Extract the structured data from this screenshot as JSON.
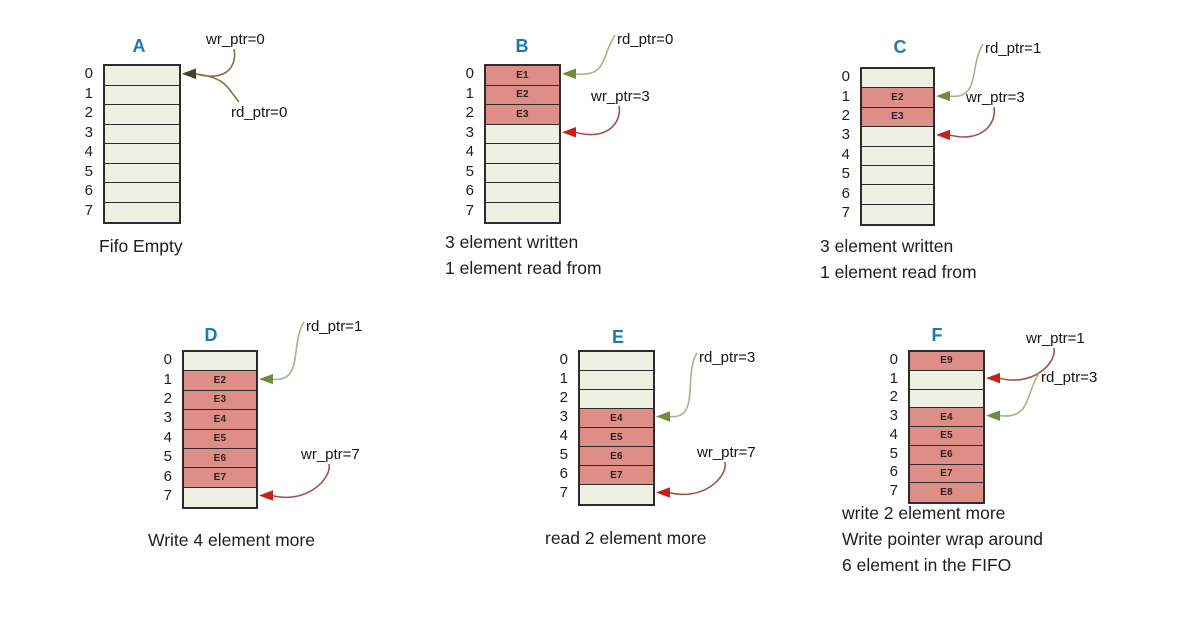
{
  "row_indices": [
    "0",
    "1",
    "2",
    "3",
    "4",
    "5",
    "6",
    "7"
  ],
  "colors": {
    "panel_label": "#1b7bad",
    "cell_empty": "#eef0e1",
    "cell_filled": "#dc8e87",
    "cell_border": "#2c2c2c",
    "read_arrow_head": "#6f8c3c",
    "read_arrow_line": "#a6b292",
    "write_arrow_head": "#c9201d",
    "write_arrow_line": "#a35248",
    "neutral_arrow_head": "#4e3f26",
    "neutral_arrow_line": "#857049",
    "text": "#1e1e1e"
  },
  "panels": [
    {
      "label": "A",
      "caption": [
        "Fifo Empty"
      ],
      "rows": [
        "",
        "",
        "",
        "",
        "",
        "",
        "",
        ""
      ],
      "pointers": [
        {
          "label": "wr_ptr=0",
          "row": 0,
          "type": "neutral"
        },
        {
          "label": "rd_ptr=0",
          "row": 0,
          "type": "neutral"
        }
      ]
    },
    {
      "label": "B",
      "caption": [
        "3 element written",
        "1 element read from"
      ],
      "rows": [
        "E1",
        "E2",
        "E3",
        "",
        "",
        "",
        "",
        ""
      ],
      "pointers": [
        {
          "label": "rd_ptr=0",
          "row": 0,
          "type": "read"
        },
        {
          "label": "wr_ptr=3",
          "row": 3,
          "type": "write"
        }
      ]
    },
    {
      "label": "C",
      "caption": [
        "3 element written",
        "1 element read from"
      ],
      "rows": [
        "",
        "E2",
        "E3",
        "",
        "",
        "",
        "",
        ""
      ],
      "pointers": [
        {
          "label": "rd_ptr=1",
          "row": 1,
          "type": "read"
        },
        {
          "label": "wr_ptr=3",
          "row": 3,
          "type": "write"
        }
      ]
    },
    {
      "label": "D",
      "caption": [
        "Write 4 element more"
      ],
      "rows": [
        "",
        "E2",
        "E3",
        "E4",
        "E5",
        "E6",
        "E7",
        ""
      ],
      "pointers": [
        {
          "label": "rd_ptr=1",
          "row": 1,
          "type": "read"
        },
        {
          "label": "wr_ptr=7",
          "row": 7,
          "type": "write"
        }
      ]
    },
    {
      "label": "E",
      "caption": [
        "read 2 element more"
      ],
      "rows": [
        "",
        "",
        "",
        "E4",
        "E5",
        "E6",
        "E7",
        ""
      ],
      "pointers": [
        {
          "label": "rd_ptr=3",
          "row": 3,
          "type": "read"
        },
        {
          "label": "wr_ptr=7",
          "row": 7,
          "type": "write"
        }
      ]
    },
    {
      "label": "F",
      "caption": [
        "write 2 element more",
        "Write pointer wrap around",
        "6 element in the FIFO"
      ],
      "rows": [
        "E9",
        "",
        "",
        "E4",
        "E5",
        "E6",
        "E7",
        "E8"
      ],
      "pointers": [
        {
          "label": "wr_ptr=1",
          "row": 1,
          "type": "write"
        },
        {
          "label": "rd_ptr=3",
          "row": 3,
          "type": "read"
        }
      ]
    }
  ]
}
